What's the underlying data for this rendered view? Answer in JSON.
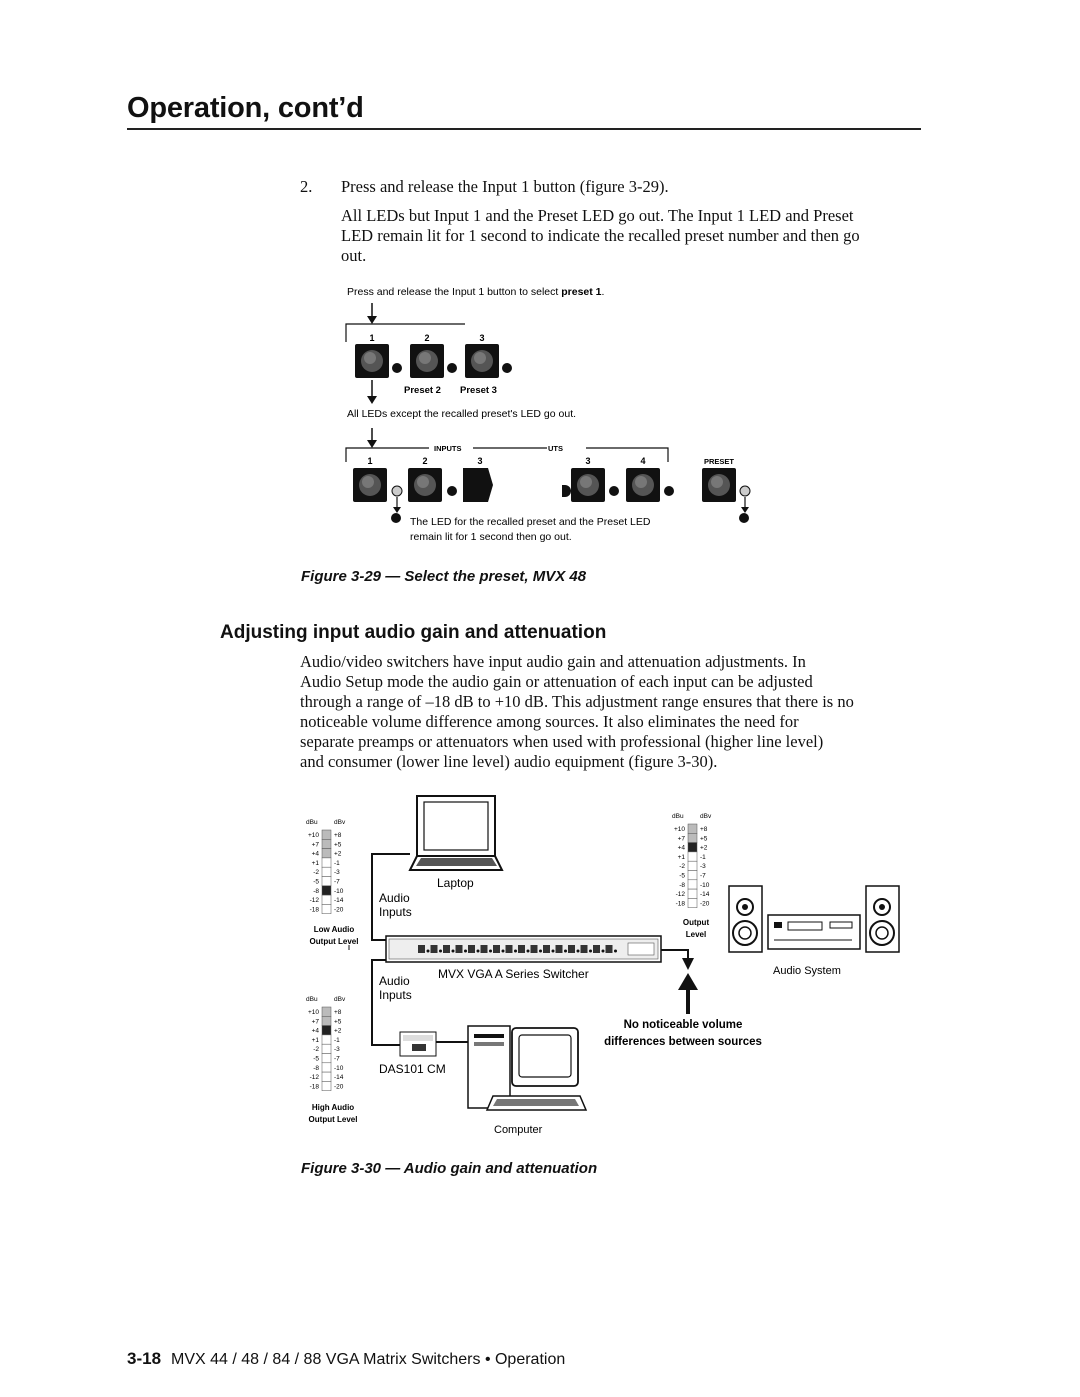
{
  "header": {
    "title": "Operation, cont’d"
  },
  "step": {
    "number": "2.",
    "text": "Press and release the Input 1 button (figure 3-29).",
    "detail": [
      "All LEDs but Input 1 and the Preset LED go out.  The Input 1 LED and Preset",
      "LED remain lit for 1 second to indicate the recalled preset number and then go",
      "out."
    ]
  },
  "figure29": {
    "instruction_prefix": "Press and release the Input 1 button to select ",
    "instruction_bold": "preset 1",
    "instruction_suffix": ".",
    "top_buttons": [
      "1",
      "2",
      "3"
    ],
    "preset2": "Preset 2",
    "preset3": "Preset 3",
    "leds_note": "All LEDs except the recalled preset's LED go out.",
    "inputs_label": "INPUTS",
    "outputs_label": "UTS",
    "bottom_buttons": [
      "1",
      "2",
      "3",
      "3",
      "4"
    ],
    "preset_label": "PRESET",
    "lit_note": [
      "The LED for the recalled preset and the Preset LED",
      "remain lit for 1 second then go out."
    ],
    "caption": "Figure 3-29 — Select the preset, MVX 48"
  },
  "section": {
    "title": "Adjusting input audio gain and attenuation",
    "body_lines": [
      "Audio/video switchers have input audio gain and attenuation adjustments.  In",
      "Audio Setup mode the audio gain or attenuation of each input can be adjusted",
      "through a range of –18 dB to +10 dB.  This adjustment range ensures that there is no",
      "noticeable volume difference among sources.  It also eliminates the need for",
      "separate preamps or attenuators when used with professional (higher line level)",
      "and consumer (lower line level) audio equipment (figure 3-30)."
    ]
  },
  "figure30": {
    "meter_scale_dbu": [
      "+10",
      "+7",
      "+4",
      "+1",
      "-2",
      "-5",
      "-8",
      "-12",
      "-18"
    ],
    "meter_scale_dbv": [
      "+8",
      "+5",
      "+2",
      "-1",
      "-3",
      "-7",
      "-10",
      "-14",
      "-20"
    ],
    "dbu": "dBu",
    "dbv": "dBv",
    "low_audio": [
      "Low Audio",
      "Output Level"
    ],
    "high_audio": [
      "High Audio",
      "Output Level"
    ],
    "output_level": [
      "Output",
      "Level"
    ],
    "laptop": "Laptop",
    "audio_inputs_1": [
      "Audio",
      "Inputs"
    ],
    "audio_inputs_2": [
      "Audio",
      "Inputs"
    ],
    "switcher": "MVX VGA A Series Switcher",
    "das": "DAS101 CM",
    "computer": "Computer",
    "audio_system": "Audio System",
    "no_noticeable": [
      "No noticeable volume",
      "differences between sources"
    ],
    "caption": "Figure 3-30 — Audio gain and attenuation"
  },
  "footer": {
    "page_number": "3-18",
    "text": "MVX 44 / 48 / 84 / 88 VGA Matrix Switchers • Operation"
  }
}
